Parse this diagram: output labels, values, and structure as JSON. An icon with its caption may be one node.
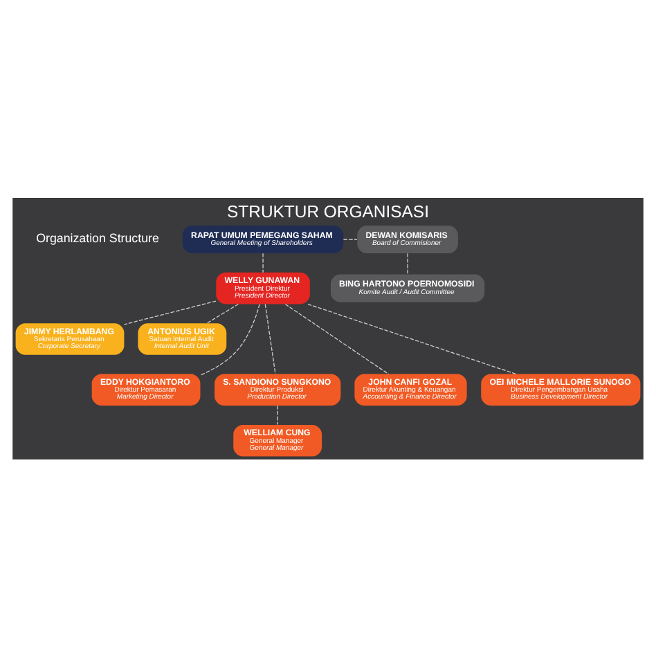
{
  "diagram": {
    "title": "STRUKTUR ORGANISASI",
    "nodes": [
      {
        "text": [
          "RAPAT UMUM PEMEGANG SAHAM",
          "General Meeting of Shareholders"
        ]
      },
      {
        "text": [
          "DEWAN KOMISARIS",
          "Board of Commisioner"
        ]
      },
      {
        "text": [
          "WELLY GUNAWAN",
          "President Direktur",
          "President Director"
        ]
      },
      {
        "text": [
          "BING HARTONO POERNOMOSIDI",
          "Komite Audit / Audit Committee"
        ]
      },
      {
        "text": [
          "JIMMY HERLAMBANG",
          "Sekretaris Perusahaan",
          "Corporate Secretary"
        ]
      },
      {
        "text": [
          "ANTONIUS UGIK",
          "Satuan Internal Audit",
          "Internal Audit Unit"
        ]
      },
      {
        "text": [
          "EDDY HOKGIANTORO",
          "Direktur Pemasaran",
          "Marketing Director"
        ]
      },
      {
        "text": [
          "S. SANDIONO SUNGKONO",
          "Direktur Produksi",
          "Production Director"
        ]
      },
      {
        "text": [
          "JOHN CANFI GOZAL",
          "Direktur Akunting & Keuangan",
          "Accounting & Finance Director"
        ]
      },
      {
        "text": [
          "OEI MICHELE MALLORIE SUNOGO",
          "Direktur Pengembangan Usaha",
          "Business Development Director"
        ]
      },
      {
        "text": [
          "WELLIAM CUNG",
          "General Manager",
          "General Manager"
        ]
      }
    ],
    "edges": [
      {
        "from": 0,
        "to": 2,
        "arrow": "none",
        "style": "dashed"
      },
      {
        "from": 0,
        "to": 1,
        "arrow": "none",
        "style": "dashed"
      },
      {
        "from": 1,
        "to": 3,
        "arrow": "none",
        "style": "dashed"
      },
      {
        "from": 2,
        "to": 4,
        "arrow": "none",
        "style": "dashed"
      },
      {
        "from": 2,
        "to": 5,
        "arrow": "none",
        "style": "dashed"
      },
      {
        "from": 2,
        "to": 6,
        "arrow": "none",
        "style": "dashed"
      },
      {
        "from": 2,
        "to": 7,
        "arrow": "none",
        "style": "dashed"
      },
      {
        "from": 2,
        "to": 8,
        "arrow": "none",
        "style": "dashed"
      },
      {
        "from": 2,
        "to": 9,
        "arrow": "none",
        "style": "dashed"
      },
      {
        "from": 7,
        "to": 10,
        "arrow": "none",
        "style": "dashed"
      }
    ],
    "labels": [
      "Organization Structure"
    ]
  }
}
